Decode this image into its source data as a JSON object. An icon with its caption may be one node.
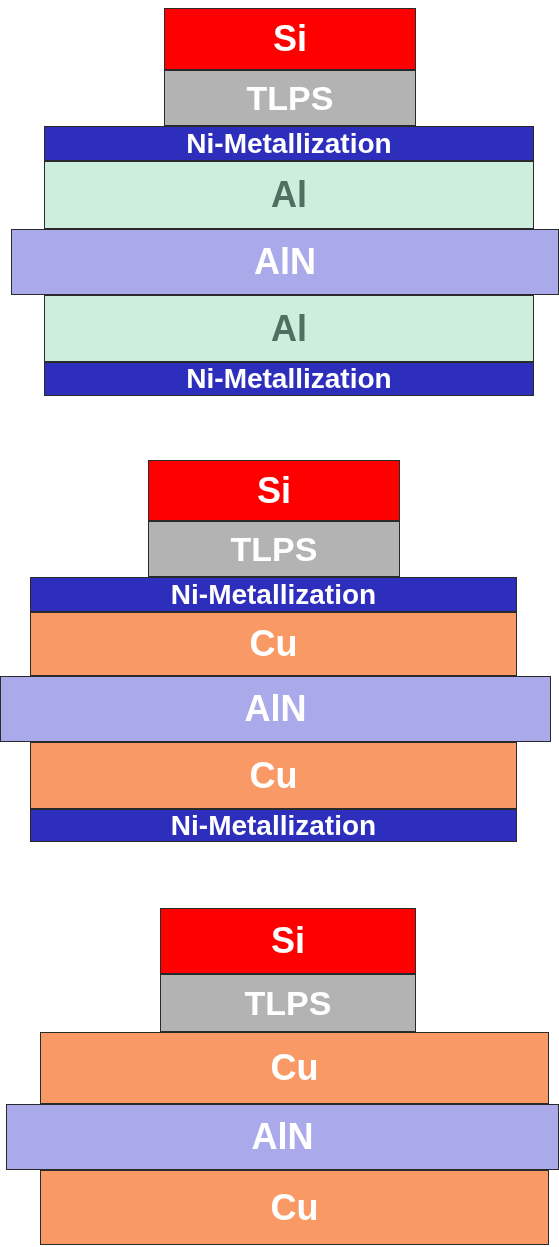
{
  "diagram": {
    "nodes": [
      {
        "text": [
          "Si"
        ]
      },
      {
        "text": [
          "TLPS"
        ]
      },
      {
        "text": [
          "Ni-Metallization"
        ]
      },
      {
        "text": [
          "Al"
        ]
      },
      {
        "text": [
          "AlN"
        ]
      },
      {
        "text": [
          "Al"
        ]
      },
      {
        "text": [
          "Ni-Metallization"
        ]
      },
      {
        "text": [
          "Si"
        ]
      },
      {
        "text": [
          "TLPS"
        ]
      },
      {
        "text": [
          "Ni-Metallization"
        ]
      },
      {
        "text": [
          "Cu"
        ]
      },
      {
        "text": [
          "AlN"
        ]
      },
      {
        "text": [
          "Cu"
        ]
      },
      {
        "text": [
          "Ni-Metallization"
        ]
      },
      {
        "text": [
          "Si"
        ]
      },
      {
        "text": [
          "TLPS"
        ]
      },
      {
        "text": [
          "Cu"
        ]
      },
      {
        "text": [
          "AlN"
        ]
      },
      {
        "text": [
          "Cu"
        ]
      }
    ]
  }
}
